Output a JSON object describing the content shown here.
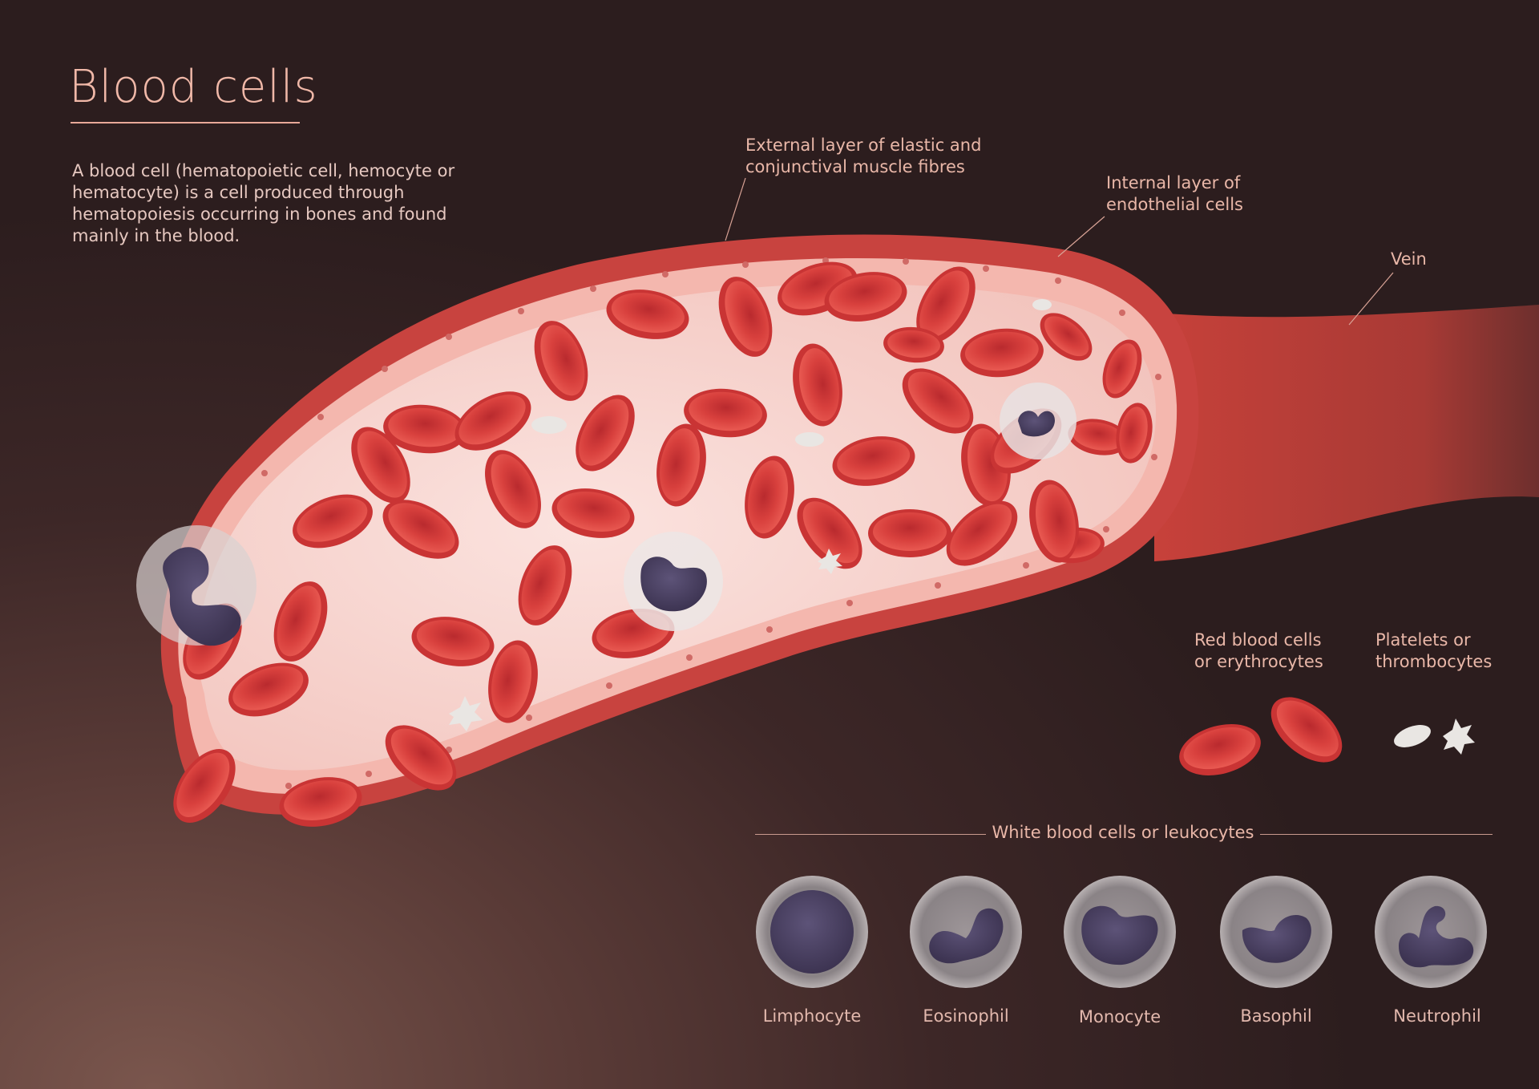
{
  "title": "Blood cells",
  "intro": "A blood cell (hematopoietic cell, hemocyte or hematocyte) is a cell produced through hematopoiesis occurring in bones and found mainly in the blood.",
  "labels": {
    "external_layer": [
      "External layer of elastic and",
      "conjunctival muscle fibres"
    ],
    "internal_layer": [
      "Internal layer of",
      "endothelial  cells"
    ],
    "vein": "Vein",
    "red_cells": [
      "Red blood cells",
      "or erythrocytes"
    ],
    "platelets": [
      "Platelets or",
      "thrombocytes"
    ],
    "white_cells": "White blood cells or leukocytes"
  },
  "leukocytes": [
    "Limphocyte",
    "Eosinophil",
    "Monocyte",
    "Basophil",
    "Neutrophil"
  ],
  "colors": {
    "background": "#3d2727",
    "vessel_wall": "#c8433f",
    "vessel_lining": "#f4b7ae",
    "lumen": "#f8dad6",
    "erythrocyte": "#d93b3a",
    "leukocyte_nucleus": "#4b3f63",
    "platelet": "#e9e6e3",
    "label_text": "#e9b7a8"
  }
}
